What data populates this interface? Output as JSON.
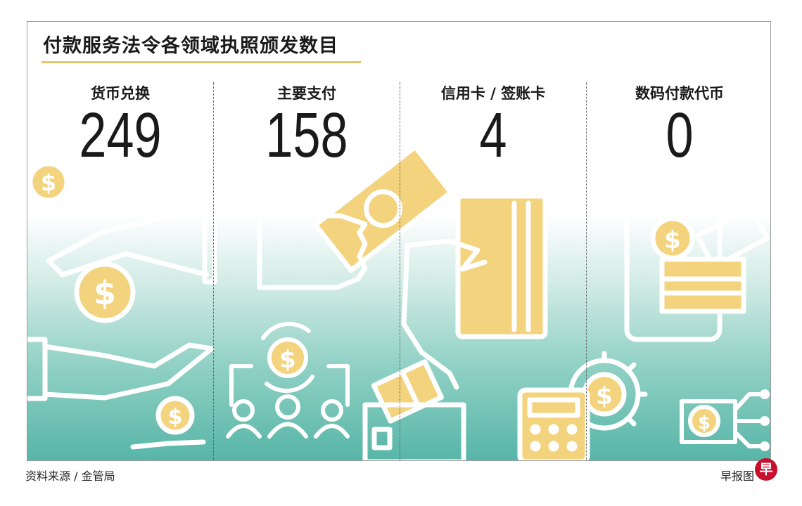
{
  "title": "付款服务法令各领域执照颁发数目",
  "chart_data": {
    "type": "bar",
    "title": "付款服务法令各领域执照颁发数目",
    "categories": [
      "货币兑换",
      "主要支付",
      "信用卡 / 签账卡",
      "数码付款代币"
    ],
    "values": [
      249,
      158,
      4,
      0
    ],
    "display_values": [
      "249",
      "158",
      "4",
      "0"
    ]
  },
  "footer": {
    "source": "资料来源 / 金管局",
    "credit": "早报图",
    "badge": "早"
  },
  "colors": {
    "teal": "#5fb8ab",
    "yellow": "#f3d37d",
    "underline": "#e7c76a",
    "badge": "#c8102e"
  },
  "icons": [
    "hand-coin-icon",
    "money-bill-hand-icon",
    "card-hand-icon",
    "phone-payment-icon",
    "cycle-people-icon",
    "wallet-card-icon",
    "calculator-icon",
    "gear-dollar-icon",
    "digital-coin-icon"
  ]
}
